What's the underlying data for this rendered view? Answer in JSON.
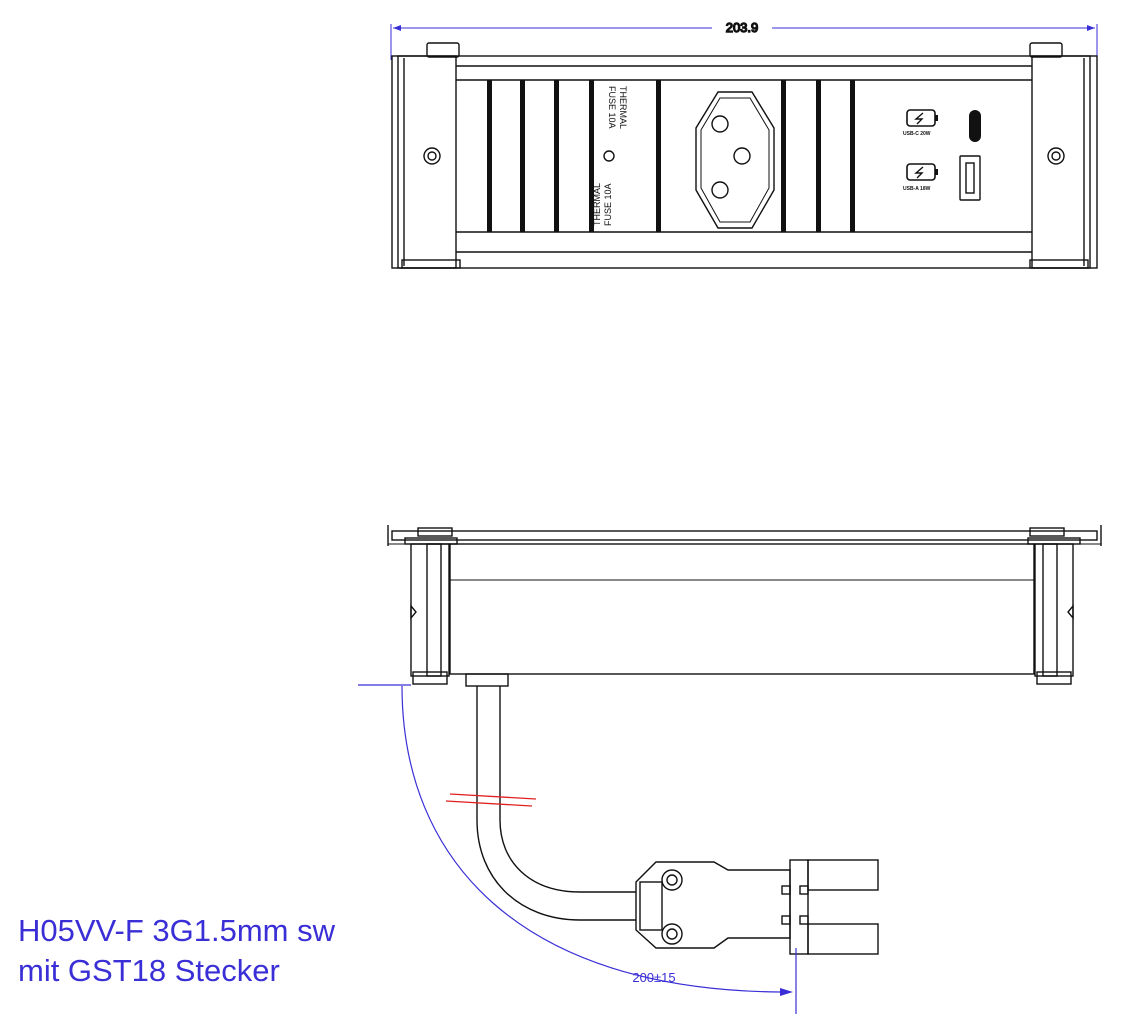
{
  "dimensions": {
    "width_label": "203.9",
    "cable_length_label": "200±15"
  },
  "labels": {
    "fuse_label_1": "THERMAL",
    "fuse_label_2": "FUSE 10A",
    "usb_c_label": "USB-C 20W",
    "usb_a_label": "USB-A 18W"
  },
  "cable": {
    "line1": "H05VV-F 3G1.5mm sw",
    "line2": "mit GST18 Stecker"
  },
  "colors": {
    "dimension": "#3a2fd6",
    "break_mark": "#e02020",
    "outline": "#111111"
  }
}
